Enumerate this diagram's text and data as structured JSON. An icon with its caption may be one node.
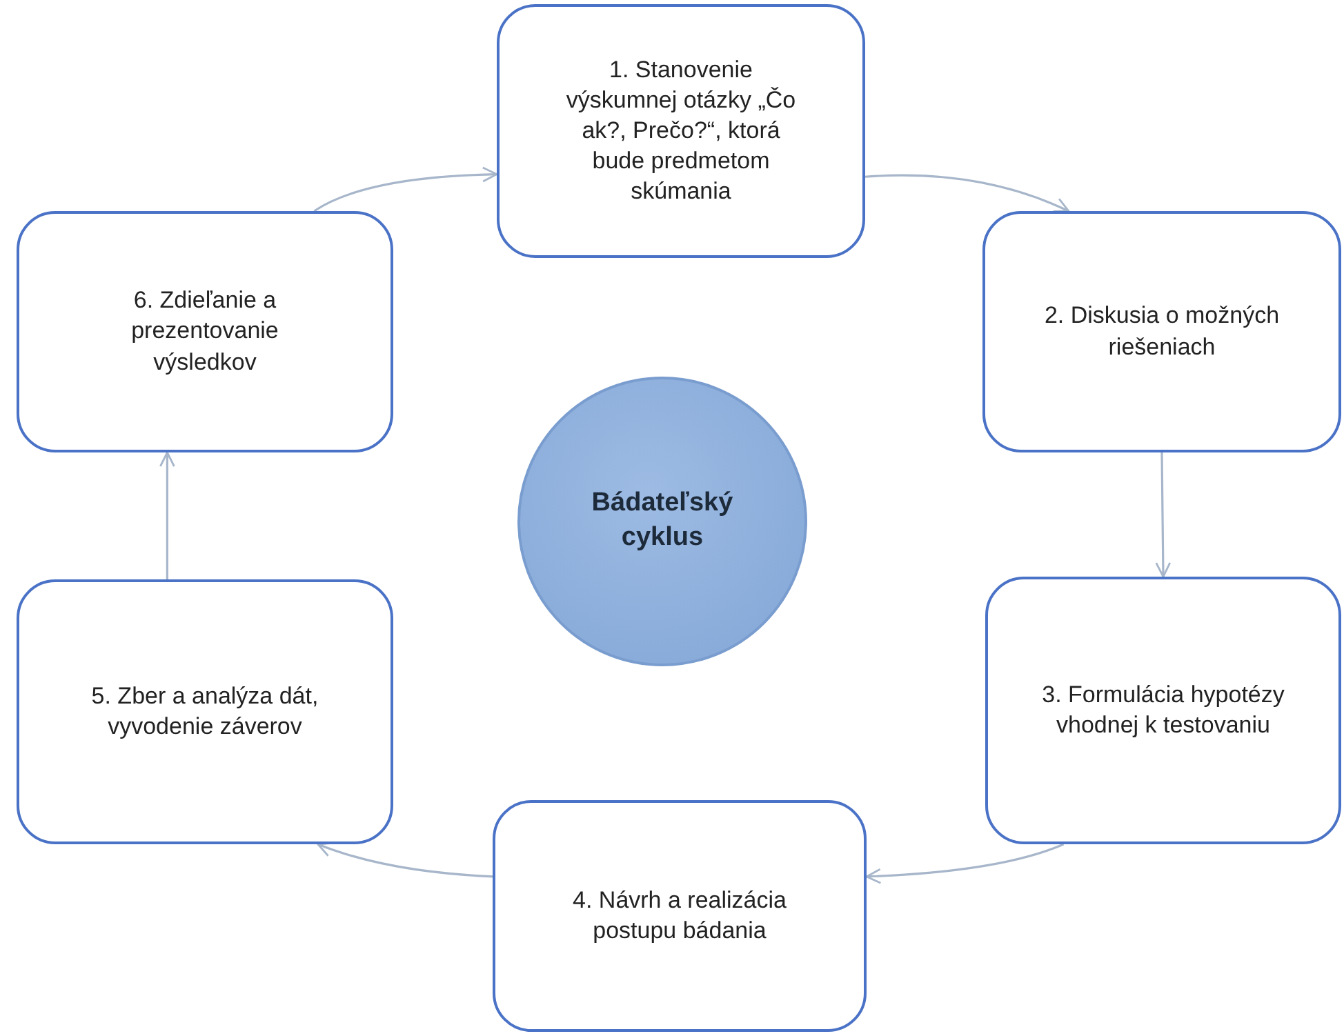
{
  "diagram": {
    "nodes": [
      {
        "text": [
          "1. Stanovenie výskumnej otázky „Čo ak?, Prečo?“, ktorá bude predmetom skúmania"
        ]
      },
      {
        "text": [
          "2. Diskusia o možných riešeniach"
        ]
      },
      {
        "text": [
          "3. Formulácia hypotézy vhodnej k testovaniu"
        ]
      },
      {
        "text": [
          "4. Návrh a realizácia postupu bádania"
        ]
      },
      {
        "text": [
          "5. Zber a analýza dát, vyvodenie záverov"
        ]
      },
      {
        "text": [
          "6. Zdieľanie a prezentovanie výsledkov"
        ]
      },
      {
        "text": [
          "Bádateľský cyklus"
        ]
      }
    ],
    "edges": [
      {
        "from": 5,
        "to": 0,
        "arrow": "to"
      },
      {
        "from": 0,
        "to": 1,
        "arrow": "to"
      },
      {
        "from": 1,
        "to": 2,
        "arrow": "to"
      },
      {
        "from": 2,
        "to": 3,
        "arrow": "to"
      },
      {
        "from": 3,
        "to": 4,
        "arrow": "to"
      },
      {
        "from": 4,
        "to": 5,
        "arrow": "to"
      }
    ]
  }
}
